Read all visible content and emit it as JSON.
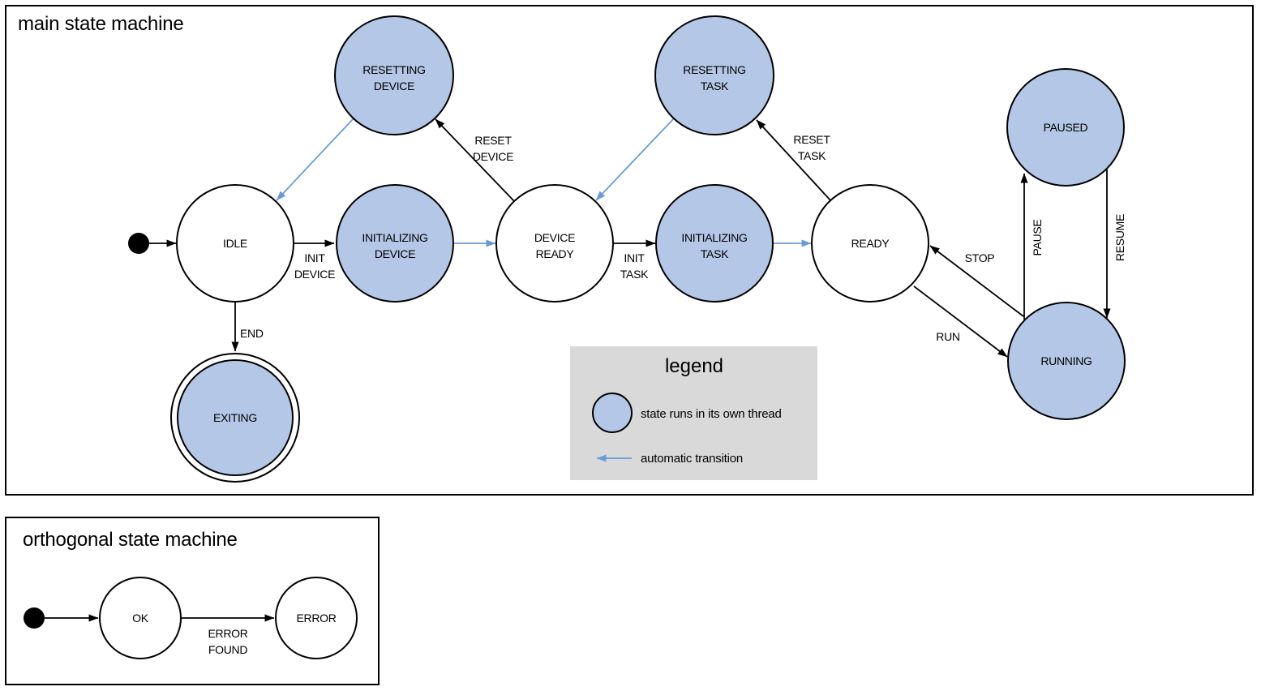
{
  "colors": {
    "thread_state_fill": "#b4c7e7",
    "automatic_transition_arrow": "#6b9bd7",
    "legend_background": "#d9d9d9",
    "stroke": "#000000"
  },
  "main": {
    "title": "main state machine",
    "states": {
      "idle": {
        "label": "IDLE"
      },
      "resetting_device": {
        "line1": "RESETTING",
        "line2": "DEVICE"
      },
      "initializing_device": {
        "line1": "INITIALIZING",
        "line2": "DEVICE"
      },
      "device_ready": {
        "line1": "DEVICE",
        "line2": "READY"
      },
      "resetting_task": {
        "line1": "RESETTING",
        "line2": "TASK"
      },
      "initializing_task": {
        "line1": "INITIALIZING",
        "line2": "TASK"
      },
      "ready": {
        "label": "READY"
      },
      "paused": {
        "label": "PAUSED"
      },
      "running": {
        "label": "RUNNING"
      },
      "exiting": {
        "label": "EXITING"
      }
    },
    "transitions": {
      "init_device": {
        "line1": "INIT",
        "line2": "DEVICE"
      },
      "reset_device": {
        "line1": "RESET",
        "line2": "DEVICE"
      },
      "init_task": {
        "line1": "INIT",
        "line2": "TASK"
      },
      "reset_task": {
        "line1": "RESET",
        "line2": "TASK"
      },
      "end": {
        "label": "END"
      },
      "run": {
        "label": "RUN"
      },
      "stop": {
        "label": "STOP"
      },
      "pause": {
        "label": "PAUSE"
      },
      "resume": {
        "label": "RESUME"
      }
    }
  },
  "legend": {
    "title": "legend",
    "items": {
      "thread": "state runs in its own thread",
      "auto": "automatic transition"
    }
  },
  "orthogonal": {
    "title": "orthogonal state machine",
    "states": {
      "ok": {
        "label": "OK"
      },
      "error": {
        "label": "ERROR"
      }
    },
    "transitions": {
      "error_found": {
        "line1": "ERROR",
        "line2": "FOUND"
      }
    }
  }
}
